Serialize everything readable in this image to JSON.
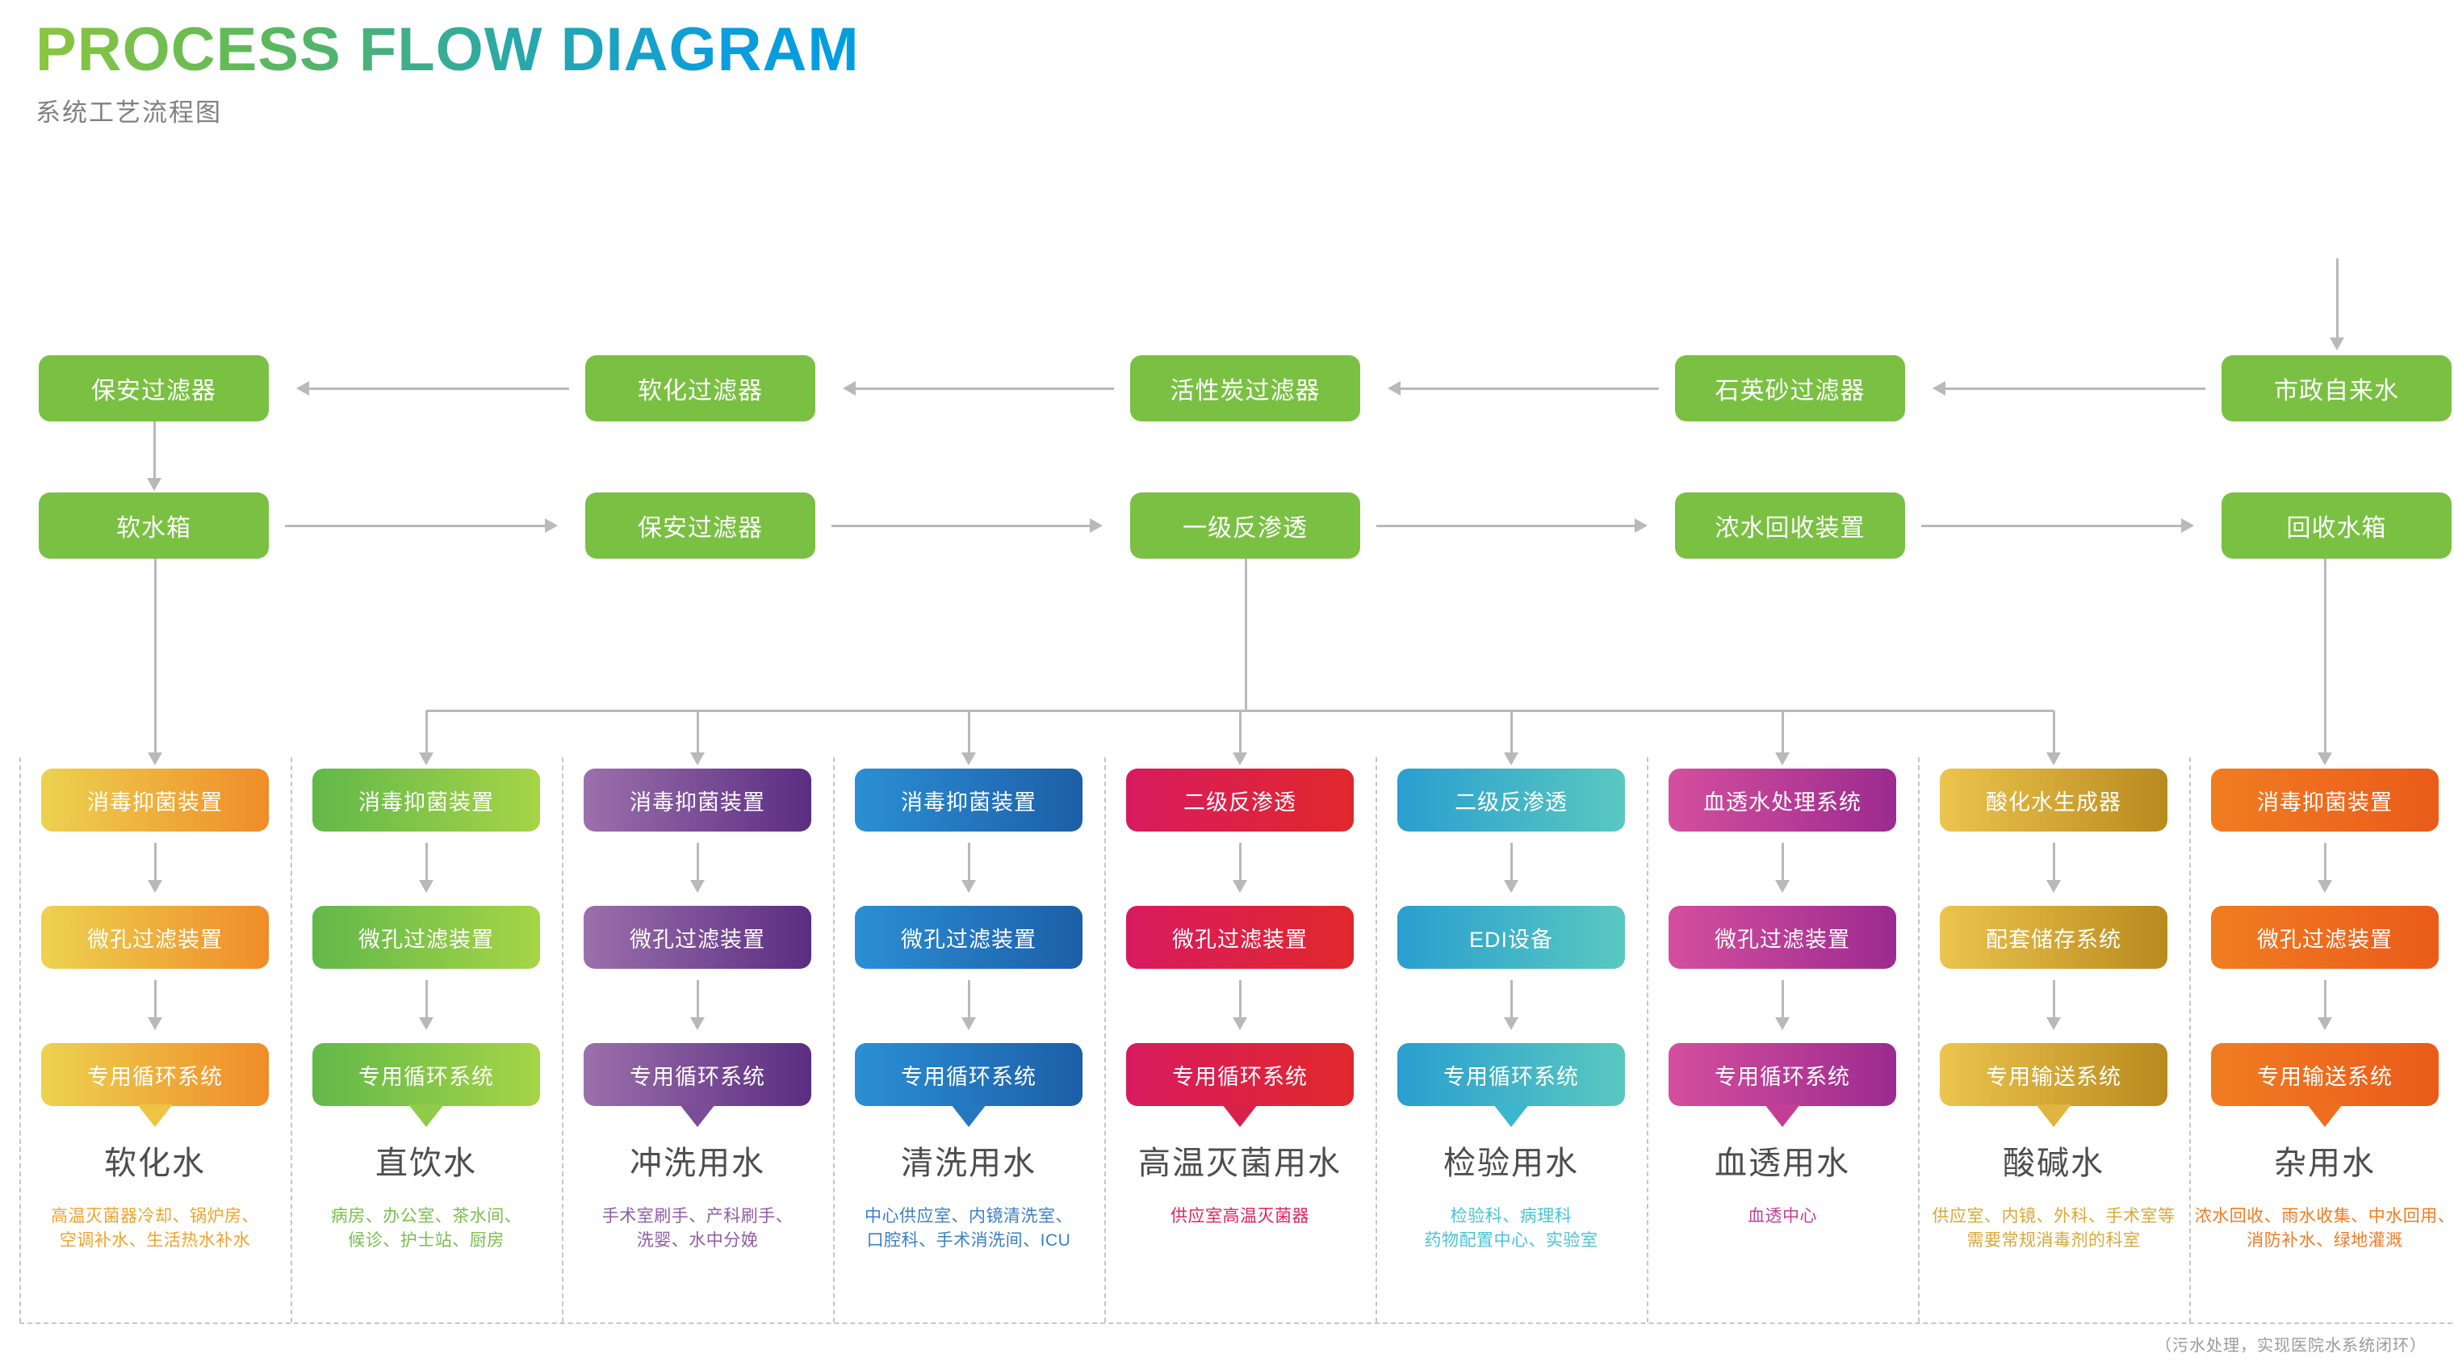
{
  "header": {
    "title": "PROCESS FLOW DIAGRAM",
    "subtitle": "系统工艺流程图"
  },
  "pretreatment_row": [
    {
      "label": "保安过滤器"
    },
    {
      "label": "软化过滤器"
    },
    {
      "label": "活性炭过滤器"
    },
    {
      "label": "石英砂过滤器"
    },
    {
      "label": "市政自来水"
    }
  ],
  "ro_row": [
    {
      "label": "软水箱"
    },
    {
      "label": "保安过滤器"
    },
    {
      "label": "一级反渗透"
    },
    {
      "label": "浓水回收装置"
    },
    {
      "label": "回收水箱"
    }
  ],
  "columns": [
    {
      "title": "软化水",
      "steps": [
        "消毒抑菌装置",
        "微孔过滤装置",
        "专用循环系统"
      ],
      "desc": "高温灭菌器冷却、锅炉房、\n空调补水、生活热水补水",
      "color_from": "#ecd24f",
      "color_to": "#f08c28",
      "desc_color": "#f0a32a",
      "tail_color": "#eec445"
    },
    {
      "title": "直饮水",
      "steps": [
        "消毒抑菌装置",
        "微孔过滤装置",
        "专用循环系统"
      ],
      "desc": "病房、办公室、茶水间、\n候诊、护士站、厨房",
      "color_from": "#62b84a",
      "color_to": "#a6d447",
      "desc_color": "#78bf4c",
      "tail_color": "#8ecb48"
    },
    {
      "title": "冲洗用水",
      "steps": [
        "消毒抑菌装置",
        "微孔过滤装置",
        "专用循环系统"
      ],
      "desc": "手术室刷手、产科刷手、\n洗婴、水中分娩",
      "color_from": "#9b70ab",
      "color_to": "#5b2d82",
      "desc_color": "#8e5ea2",
      "tail_color": "#7a4d96"
    },
    {
      "title": "清洗用水",
      "steps": [
        "消毒抑菌装置",
        "微孔过滤装置",
        "专用循环系统"
      ],
      "desc": "中心供应室、内镜清洗室、\n口腔科、手术消洗间、ICU",
      "color_from": "#2b8fd4",
      "color_to": "#1c5fa8",
      "desc_color": "#3b7fc4",
      "tail_color": "#2478c0"
    },
    {
      "title": "高温灭菌用水",
      "steps": [
        "二级反渗透",
        "微孔过滤装置",
        "专用循环系统"
      ],
      "desc": "供应室高温灭菌器",
      "color_from": "#d81b60",
      "color_to": "#e0282b",
      "desc_color": "#e0245e",
      "tail_color": "#d9214b"
    },
    {
      "title": "检验用水",
      "steps": [
        "二级反渗透",
        "EDI设备",
        "专用循环系统"
      ],
      "desc": "检验科、病理科\n药物配置中心、实验室",
      "color_from": "#2a9fd0",
      "color_to": "#5ac8c0",
      "desc_color": "#49c3d4",
      "tail_color": "#3bb6cc"
    },
    {
      "title": "血透用水",
      "steps": [
        "血透水处理系统",
        "微孔过滤装置",
        "专用循环系统"
      ],
      "desc": "血透中心",
      "color_from": "#d44f9e",
      "color_to": "#9c2b8f",
      "desc_color": "#c0409a",
      "tail_color": "#c23e95"
    },
    {
      "title": "酸碱水",
      "steps": [
        "酸化水生成器",
        "配套储存系统",
        "专用输送系统"
      ],
      "desc": "供应室、内镜、外科、手术室等\n需要常规消毒剂的科室",
      "color_from": "#ecc44e",
      "color_to": "#b98a1e",
      "desc_color": "#d8a83a",
      "tail_color": "#e0b53f"
    },
    {
      "title": "杂用水",
      "steps": [
        "消毒抑菌装置",
        "微孔过滤装置",
        "专用输送系统"
      ],
      "desc": "浓水回收、雨水收集、中水回用、\n消防补水、绿地灌溉",
      "color_from": "#f07d22",
      "color_to": "#ea5b1a",
      "desc_color": "#ef7c24",
      "tail_color": "#ee6e20"
    }
  ],
  "footnote": "（污水处理，实现医院水系统闭环）",
  "colors": {
    "green_box": "#7ac043",
    "connector": "#b9b9b9",
    "separator": "#c6c6c6",
    "title_text": "#4d4d4d"
  }
}
